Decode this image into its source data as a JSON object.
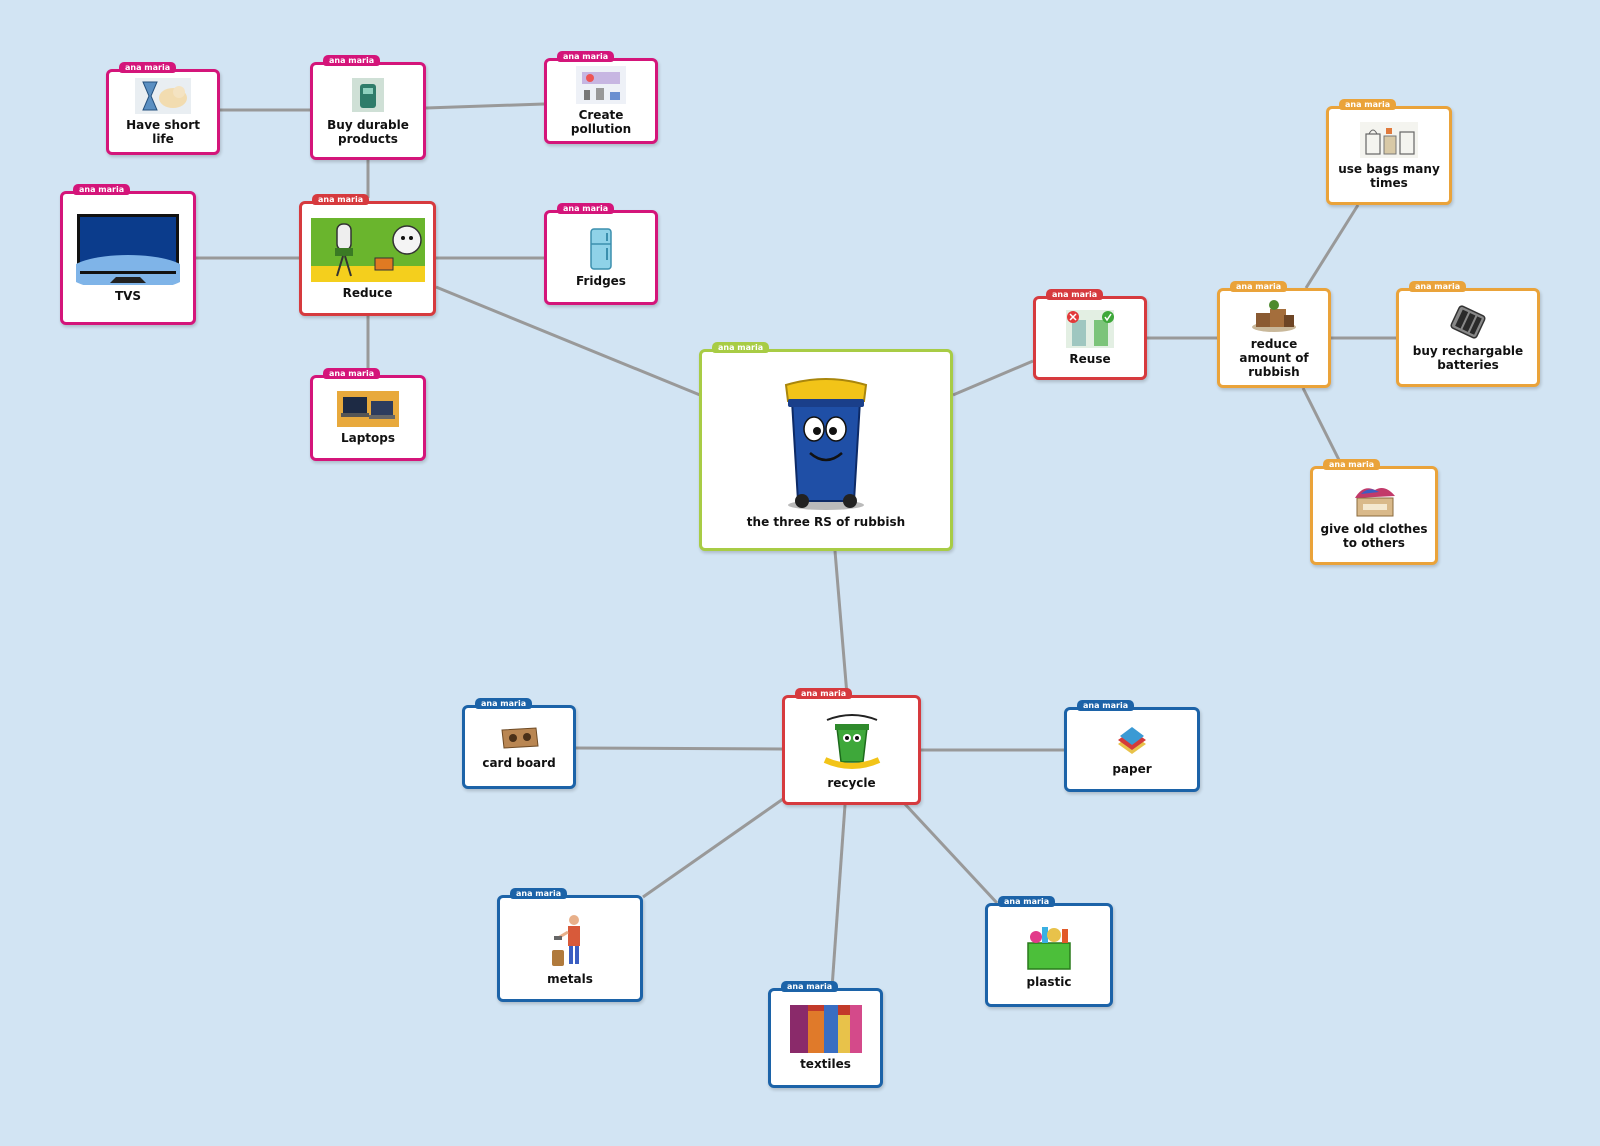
{
  "author_tag": "ana maria",
  "colors": {
    "background": "#d2e4f3",
    "link": "#999999",
    "pink": "#d4157a",
    "red": "#d63a3e",
    "orange": "#eaa33a",
    "blue": "#1c63a8",
    "green": "#a8cc45"
  },
  "nodes": {
    "central": {
      "label": "the three RS of rubbish",
      "icon": "wheelie-bin-icon"
    },
    "reduce": {
      "label": "Reduce",
      "icon": "lightbulb-characters-icon"
    },
    "reuse": {
      "label": "Reuse",
      "icon": "reuse-bags-icon"
    },
    "recycle": {
      "label": "recycle",
      "icon": "recycle-bin-icon"
    },
    "buy_durable": {
      "label": "Buy durable products",
      "icon": "durable-product-icon"
    },
    "short_life": {
      "label": "Have short life",
      "icon": "dog-hourglass-icon"
    },
    "pollution": {
      "label": "Create pollution",
      "icon": "pollution-diagram-icon"
    },
    "tvs": {
      "label": "TVS",
      "icon": "television-icon"
    },
    "fridges": {
      "label": "Fridges",
      "icon": "fridge-icon"
    },
    "laptops": {
      "label": "Laptops",
      "icon": "laptop-icon"
    },
    "reduce_amount": {
      "label": "reduce amount of rubbish",
      "icon": "rubbish-pile-icon"
    },
    "bags": {
      "label": "use bags many times",
      "icon": "shopping-bags-icon"
    },
    "batteries": {
      "label": "buy rechargable batteries",
      "icon": "battery-charger-icon"
    },
    "clothes": {
      "label": "give old clothes to others",
      "icon": "donation-box-icon"
    },
    "cardboard": {
      "label": "card board",
      "icon": "cardboard-viewer-icon"
    },
    "paper": {
      "label": "paper",
      "icon": "paper-stack-icon"
    },
    "metals": {
      "label": "metals",
      "icon": "metalworker-icon"
    },
    "textiles": {
      "label": "textiles",
      "icon": "fabric-icon"
    },
    "plastic": {
      "label": "plastic",
      "icon": "plastic-crate-icon"
    }
  }
}
